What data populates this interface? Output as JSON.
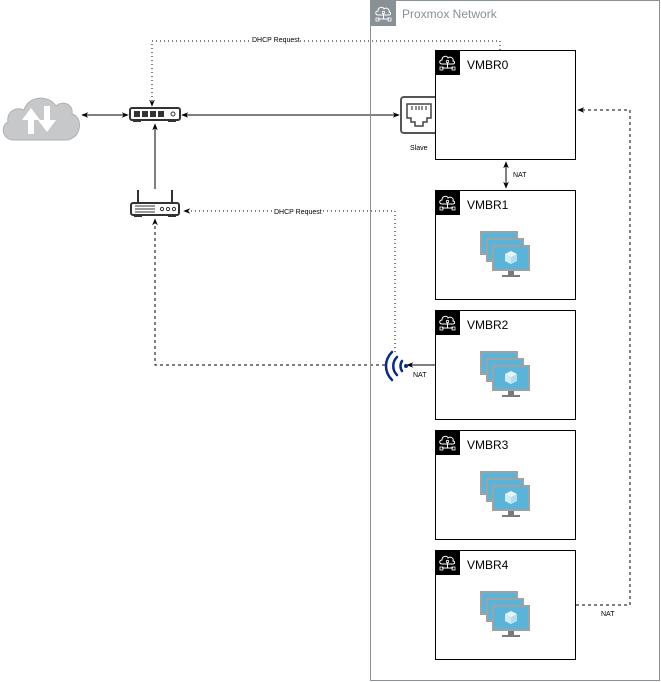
{
  "group": {
    "title": "Proxmox Network",
    "icon": "cloud-network-icon"
  },
  "bridges": [
    {
      "name": "VMBR0",
      "icon": "cloud-network-icon",
      "has_vms": false
    },
    {
      "name": "VMBR1",
      "icon": "cloud-network-icon",
      "has_vms": true
    },
    {
      "name": "VMBR2",
      "icon": "cloud-network-icon",
      "has_vms": true
    },
    {
      "name": "VMBR3",
      "icon": "cloud-network-icon",
      "has_vms": true
    },
    {
      "name": "VMBR4",
      "icon": "cloud-network-icon",
      "has_vms": true
    }
  ],
  "nodes": {
    "internet": {
      "icon": "cloud-upload-download-icon"
    },
    "switch": {
      "icon": "network-switch-icon"
    },
    "router": {
      "icon": "wireless-router-icon"
    },
    "ethernet_port": {
      "icon": "ethernet-port-icon",
      "label": "Slave"
    },
    "wireless": {
      "icon": "wireless-signal-icon",
      "color": "#0a2a8a"
    }
  },
  "edge_labels": {
    "dhcp_top": "DHCP Request",
    "dhcp_router": "DHCP Request",
    "nat_vmbr0_vmbr1": "NAT",
    "nat_wireless": "NAT",
    "nat_vmbr4": "NAT"
  },
  "colors": {
    "group_border": "#879196",
    "vm_screen": "#59b4d9",
    "vm_frame": "#a0a1a2",
    "cloud": "#c7c8ca"
  }
}
